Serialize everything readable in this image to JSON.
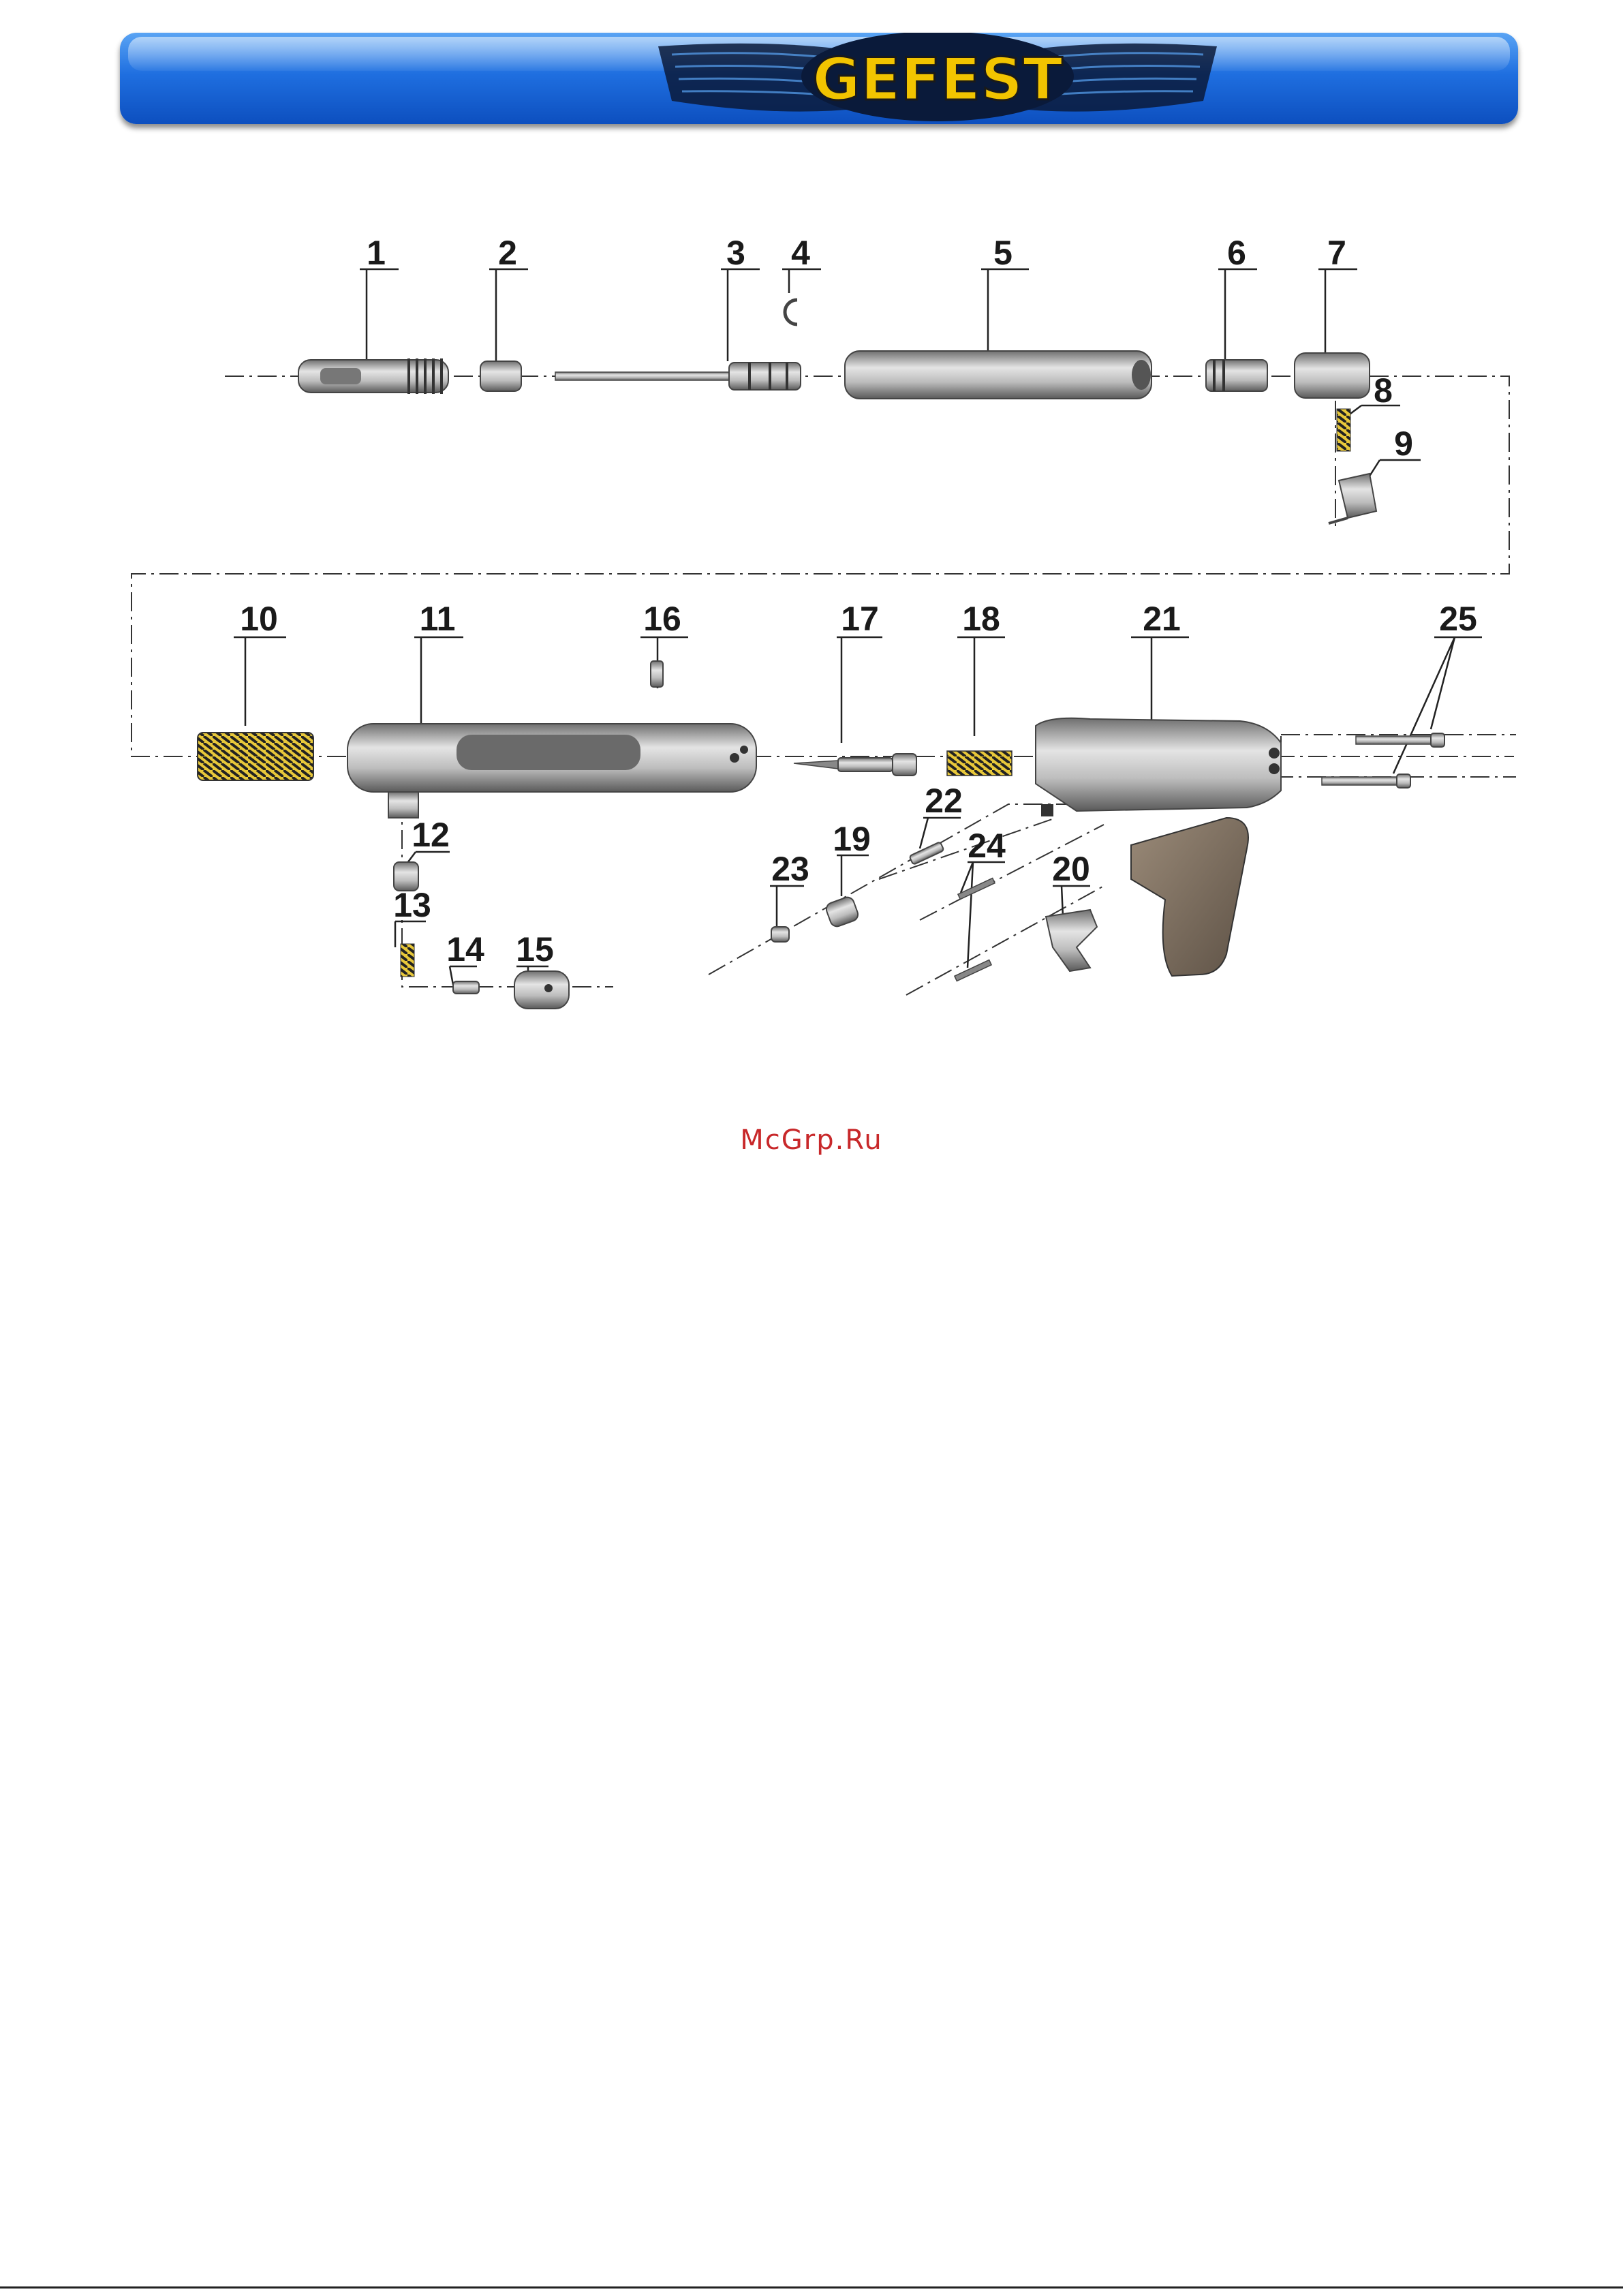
{
  "header": {
    "brand_text": "GEFEST",
    "colors": {
      "banner": "#1f6fe0",
      "logo_text": "#f2c400",
      "logo_shape": "#0a1a3a"
    }
  },
  "diagram": {
    "part_numbers": [
      "1",
      "2",
      "3",
      "4",
      "5",
      "6",
      "7",
      "8",
      "9",
      "10",
      "11",
      "12",
      "13",
      "14",
      "15",
      "16",
      "17",
      "18",
      "19",
      "20",
      "21",
      "22",
      "23",
      "24",
      "25"
    ]
  },
  "footer": {
    "watermark": "McGrp.Ru"
  }
}
